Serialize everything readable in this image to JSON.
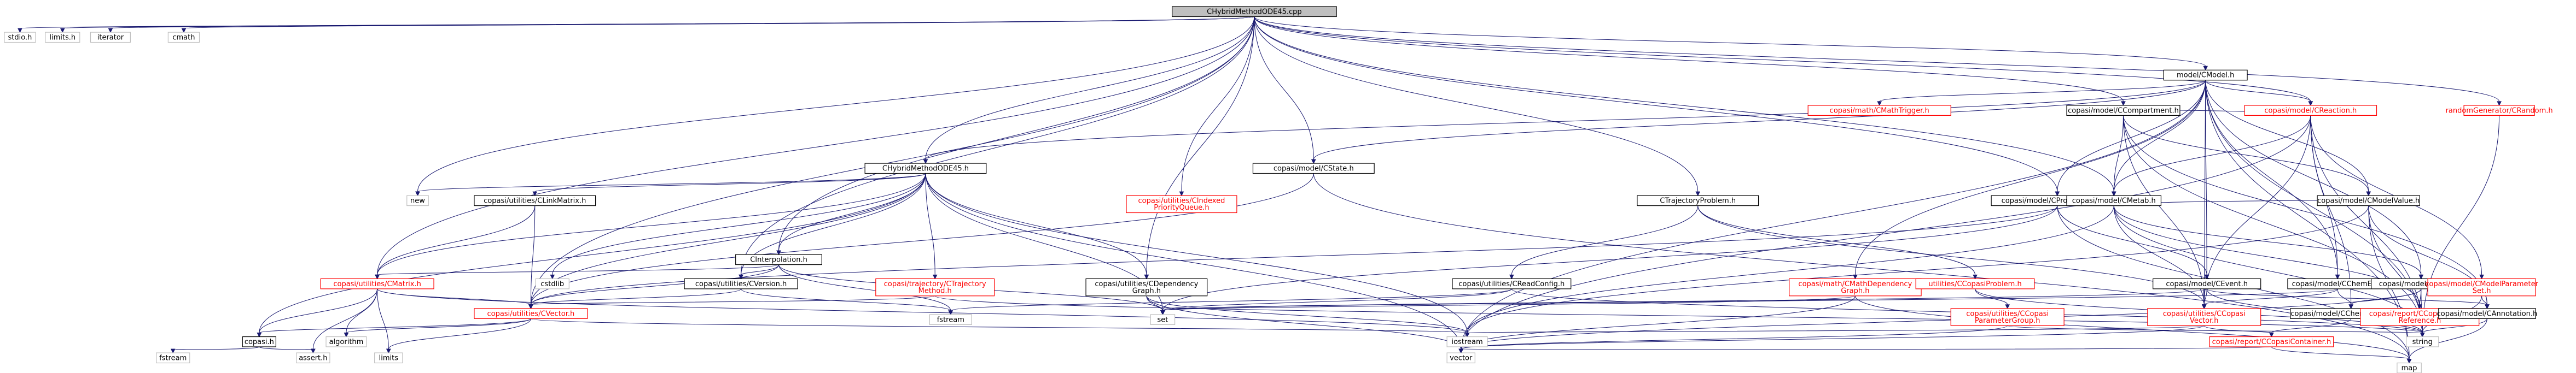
{
  "colors": {
    "edge": "#191970",
    "node_border": "#000000",
    "node_border_red": "#ff0000",
    "root_fill": "#bfbfbf",
    "text": "#000000"
  },
  "nodes": {
    "root": {
      "lines": [
        "CHybridMethodODE45.cpp"
      ],
      "style": "root"
    },
    "stdio": {
      "lines": [
        "stdio.h"
      ],
      "style": "plain"
    },
    "limits_h": {
      "lines": [
        "limits.h"
      ],
      "style": "plain"
    },
    "iterator": {
      "lines": [
        "iterator"
      ],
      "style": "plain"
    },
    "cmath": {
      "lines": [
        "cmath"
      ],
      "style": "plain"
    },
    "cmodel": {
      "lines": [
        "model/CModel.h"
      ],
      "style": "box"
    },
    "cmathtrigger": {
      "lines": [
        "copasi/math/CMathTrigger.h"
      ],
      "style": "red"
    },
    "creaction": {
      "lines": [
        "copasi/model/CReaction.h"
      ],
      "style": "red"
    },
    "crandom": {
      "lines": [
        "randomGenerator/CRandom.h"
      ],
      "style": "red"
    },
    "chybrid_h": {
      "lines": [
        "CHybridMethodODE45.h"
      ],
      "style": "box"
    },
    "cstate": {
      "lines": [
        "copasi/model/CState.h"
      ],
      "style": "box"
    },
    "ccompartment": {
      "lines": [
        "copasi/model/CCompartment.h"
      ],
      "style": "box"
    },
    "new": {
      "lines": [
        "new"
      ],
      "style": "plain"
    },
    "clinkmatrix": {
      "lines": [
        "copasi/utilities/CLinkMatrix.h"
      ],
      "style": "box"
    },
    "cindexedpq": {
      "lines": [
        "copasi/utilities/CIndexed",
        "PriorityQueue.h"
      ],
      "style": "red"
    },
    "ctrajproblem": {
      "lines": [
        "CTrajectoryProblem.h"
      ],
      "style": "box"
    },
    "cprocessqueue": {
      "lines": [
        "copasi/model/CProcessQueue.h"
      ],
      "style": "box"
    },
    "cmetab": {
      "lines": [
        "copasi/model/CMetab.h"
      ],
      "style": "box"
    },
    "cinterpolation": {
      "lines": [
        "CInterpolation.h"
      ],
      "style": "box"
    },
    "cmatrix": {
      "lines": [
        "copasi/utilities/CMatrix.h"
      ],
      "style": "red"
    },
    "cstdlib": {
      "lines": [
        "cstdlib"
      ],
      "style": "plain"
    },
    "citerator": {
      "lines": [
        "copasi/utilities/CVersion.h"
      ],
      "style": "box"
    },
    "ctrajmethod": {
      "lines": [
        "copasi/trajectory/CTrajectory",
        "Method.h"
      ],
      "style": "red"
    },
    "cdepgraph": {
      "lines": [
        "copasi/utilities/CDependency",
        "Graph.h"
      ],
      "style": "box"
    },
    "creadconfig": {
      "lines": [
        "copasi/utilities/CReadConfig.h"
      ],
      "style": "box"
    },
    "cmathdepgraph": {
      "lines": [
        "copasi/math/CMathDependency",
        "Graph.h"
      ],
      "style": "red"
    },
    "ccopasiproblem": {
      "lines": [
        "utilities/CCopasiProblem.h"
      ],
      "style": "red"
    },
    "cevent": {
      "lines": [
        "copasi/model/CEvent.h"
      ],
      "style": "box"
    },
    "cchemeq": {
      "lines": [
        "copasi/model/CChemEq.h"
      ],
      "style": "box"
    },
    "cmoiety": {
      "lines": [
        "copasi/model/CMoiety.h"
      ],
      "style": "box"
    },
    "cmodelparamset": {
      "lines": [
        "copasi/model/CModelParameter",
        "Set.h"
      ],
      "style": "red"
    },
    "cmodelvalue": {
      "lines": [
        "copasi/model/CModelValue.h"
      ],
      "style": "box"
    },
    "cvector": {
      "lines": [
        "copasi/utilities/CVector.h"
      ],
      "style": "red"
    },
    "fstream": {
      "lines": [
        "fstream"
      ],
      "style": "plain"
    },
    "set": {
      "lines": [
        "set"
      ],
      "style": "plain"
    },
    "ccopasiparamgroup": {
      "lines": [
        "copasi/utilities/CCopasi",
        "ParameterGroup.h"
      ],
      "style": "red"
    },
    "ccopasivector": {
      "lines": [
        "copasi/utilities/CCopasi",
        "Vector.h"
      ],
      "style": "red"
    },
    "cchemeqelement": {
      "lines": [
        "copasi/model/CChemEqElement.h"
      ],
      "style": "box"
    },
    "ccopasiobjref": {
      "lines": [
        "copasi/report/CCopasiObject",
        "Reference.h"
      ],
      "style": "red"
    },
    "cannotation": {
      "lines": [
        "copasi/model/CAnnotation.h"
      ],
      "style": "box"
    },
    "copasi_h": {
      "lines": [
        "copasi.h"
      ],
      "style": "box"
    },
    "algorithm": {
      "lines": [
        "algorithm"
      ],
      "style": "plain"
    },
    "iostream": {
      "lines": [
        "iostream"
      ],
      "style": "plain"
    },
    "ccopasicontainer": {
      "lines": [
        "copasi/report/CCopasiContainer.h"
      ],
      "style": "red"
    },
    "string": {
      "lines": [
        "string"
      ],
      "style": "plain"
    },
    "fstream2": {
      "lines": [
        "fstream"
      ],
      "style": "plain"
    },
    "assert": {
      "lines": [
        "assert.h"
      ],
      "style": "plain"
    },
    "limits": {
      "lines": [
        "limits"
      ],
      "style": "plain"
    },
    "vector": {
      "lines": [
        "vector"
      ],
      "style": "plain"
    },
    "map": {
      "lines": [
        "map"
      ],
      "style": "plain"
    }
  }
}
